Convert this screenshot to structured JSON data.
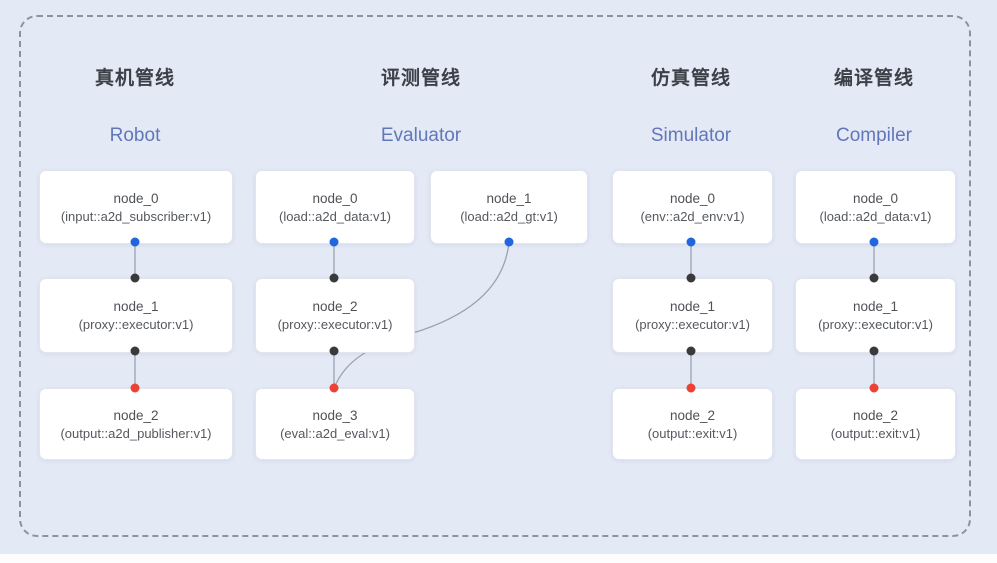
{
  "colors": {
    "background": "#e4e9f6",
    "frame_dash": "#8d939e",
    "node_fill": "#ffffff",
    "node_border": "#e2e5ec",
    "edge": "#9aa3b2",
    "blue_dot": "#2066df",
    "black_dot": "#3a3a3c",
    "red_dot": "#ee4134",
    "header_cn": "#3c4047",
    "header_en": "#6277b8"
  },
  "pipelines": [
    {
      "title_cn": "真机管线",
      "title_en": "Robot",
      "nodes": [
        {
          "name": "node_0",
          "type": "(input::a2d_subscriber:v1)"
        },
        {
          "name": "node_1",
          "type": "(proxy::executor:v1)"
        },
        {
          "name": "node_2",
          "type": "(output::a2d_publisher:v1)"
        }
      ]
    },
    {
      "title_cn": "评测管线",
      "title_en": "Evaluator",
      "nodes": [
        {
          "name": "node_0",
          "type": "(load::a2d_data:v1)"
        },
        {
          "name": "node_1",
          "type": "(load::a2d_gt:v1)"
        },
        {
          "name": "node_2",
          "type": "(proxy::executor:v1)"
        },
        {
          "name": "node_3",
          "type": "(eval::a2d_eval:v1)"
        }
      ]
    },
    {
      "title_cn": "仿真管线",
      "title_en": "Simulator",
      "nodes": [
        {
          "name": "node_0",
          "type": "(env::a2d_env:v1)"
        },
        {
          "name": "node_1",
          "type": "(proxy::executor:v1)"
        },
        {
          "name": "node_2",
          "type": "(output::exit:v1)"
        }
      ]
    },
    {
      "title_cn": "编译管线",
      "title_en": "Compiler",
      "nodes": [
        {
          "name": "node_0",
          "type": "(load::a2d_data:v1)"
        },
        {
          "name": "node_1",
          "type": "(proxy::executor:v1)"
        },
        {
          "name": "node_2",
          "type": "(output::exit:v1)"
        }
      ]
    }
  ]
}
